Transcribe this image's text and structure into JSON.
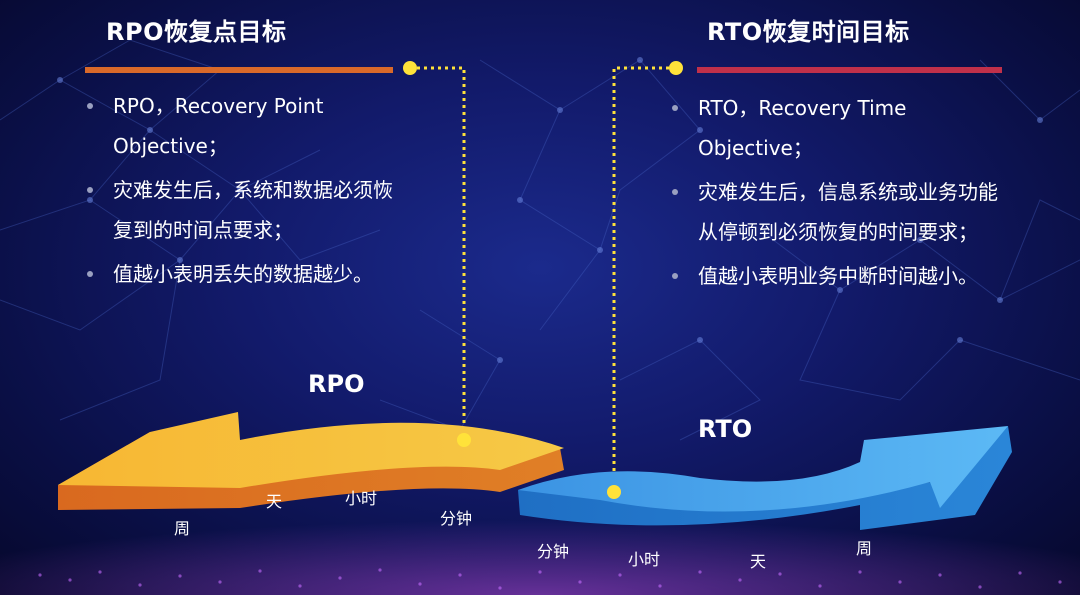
{
  "rpo": {
    "title": "RPO恢复点目标",
    "bullets": [
      "RPO，Recovery Point Objective；",
      "灾难发生后，系统和数据必须恢复到的时间点要求；",
      "值越小表明丢失的数据越少。"
    ],
    "arrow_label": "RPO",
    "scale": [
      "周",
      "天",
      "小时",
      "分钟"
    ]
  },
  "rto": {
    "title": "RTO恢复时间目标",
    "bullets": [
      "RTO，Recovery Time Objective；",
      "灾难发生后，信息系统或业务功能从停顿到必须恢复的时间要求；",
      "值越小表明业务中断时间越小。"
    ],
    "arrow_label": "RTO",
    "scale": [
      "分钟",
      "小时",
      "天",
      "周"
    ]
  },
  "colors": {
    "rpo_line": "#d9692a",
    "rto_line": "#c0304a",
    "connector": "#ffe23a",
    "rpo_arrow": "#f5a623",
    "rto_arrow": "#3da0ec"
  }
}
